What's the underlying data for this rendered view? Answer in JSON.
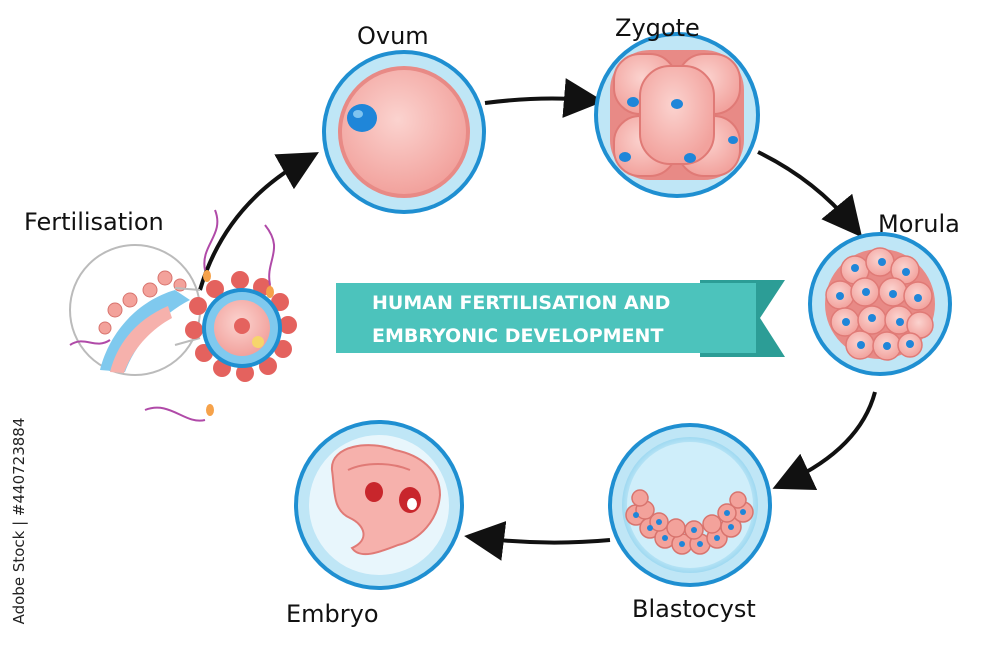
{
  "banner": {
    "line1": "HUMAN FERTILISATION AND",
    "line2": "EMBRYONIC DEVELOPMENT"
  },
  "stages": {
    "fertilisation": "Fertilisation",
    "ovum": "Ovum",
    "zygote": "Zygote",
    "morula": "Morula",
    "blastocyst": "Blastocyst",
    "embryo": "Embryo"
  },
  "watermark": "Adobe Stock | #440723884",
  "colors": {
    "ring": "#1f8fd1",
    "ring_light": "#bfe6f6",
    "cell_pink": "#f6b1ac",
    "nucleus_blue": "#1f86d9",
    "banner_teal": "#4cc3bc",
    "banner_dark": "#2c9d96",
    "arrow": "#111111",
    "sperm_purple": "#b04aa8"
  }
}
